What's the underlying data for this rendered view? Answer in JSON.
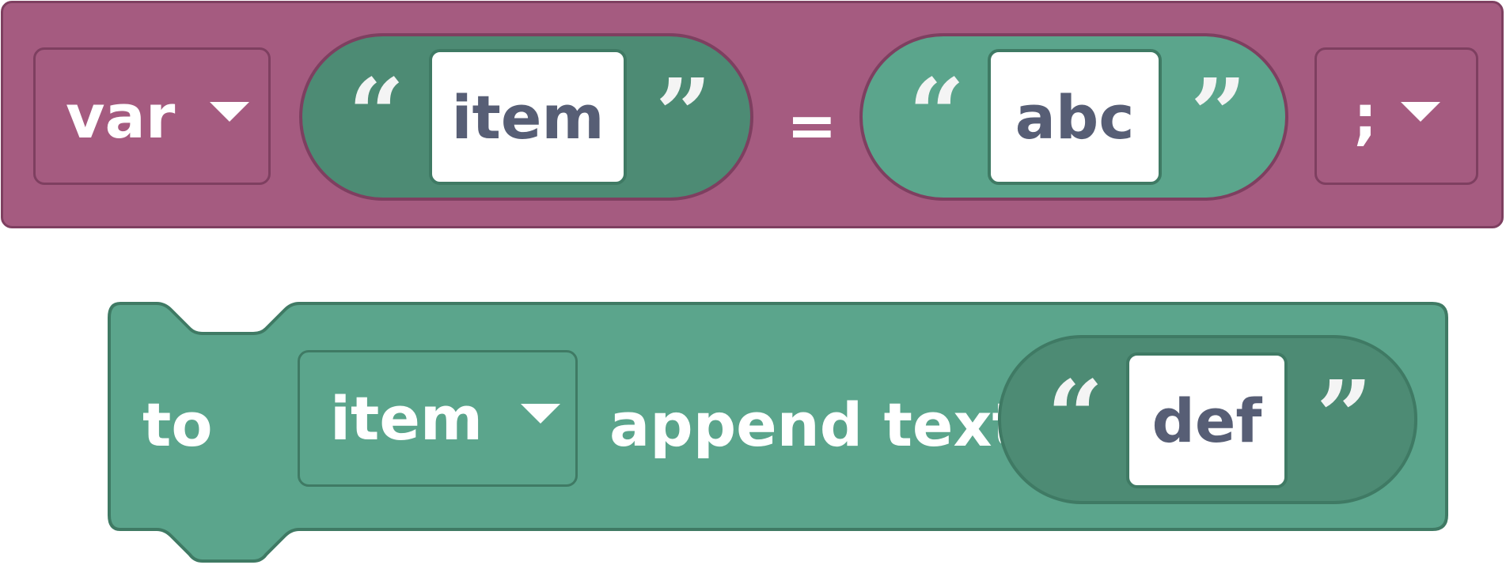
{
  "variable_block": {
    "keyword": "var",
    "name_value": "item",
    "operator": "=",
    "value": "abc",
    "terminator": ";",
    "color": "#a55b80"
  },
  "append_block": {
    "prefix": "to",
    "variable": "item",
    "action": "append text",
    "text_value": "def",
    "color": "#5ba58c"
  },
  "glyphs": {
    "open_quote": "“",
    "close_quote": "”"
  }
}
